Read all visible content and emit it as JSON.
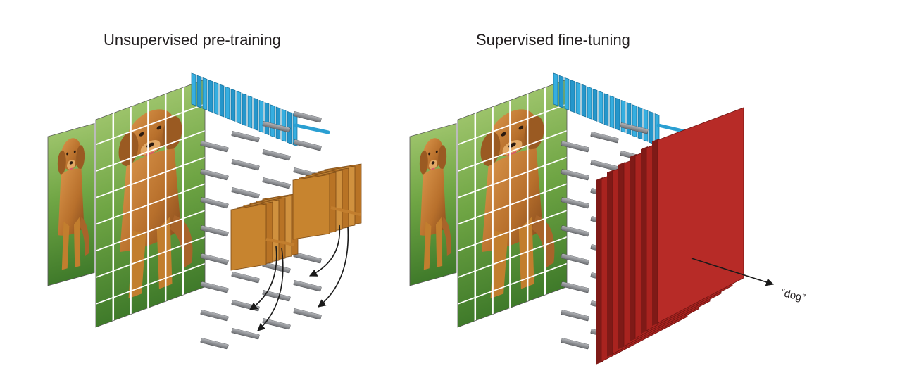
{
  "panels": {
    "left": {
      "title": "Unsupervised pre-training"
    },
    "right": {
      "title": "Supervised fine-tuning",
      "output_label": "“dog”"
    }
  },
  "colors": {
    "background": "#ffffff",
    "feature_blue": "#2a9fd2",
    "feature_orange": "#c27e2e",
    "classifier_red": "#b72b27",
    "token_gray": "#8e9095",
    "grass_green": "#5f9b3a",
    "dog_fur": "#b9722f",
    "arrow": "#1a1a1a"
  },
  "icons": [
    "dog-photo",
    "grid-patches",
    "filter-bank",
    "patch-tokens",
    "learned-filters",
    "class-output-layer",
    "output-arrow"
  ]
}
